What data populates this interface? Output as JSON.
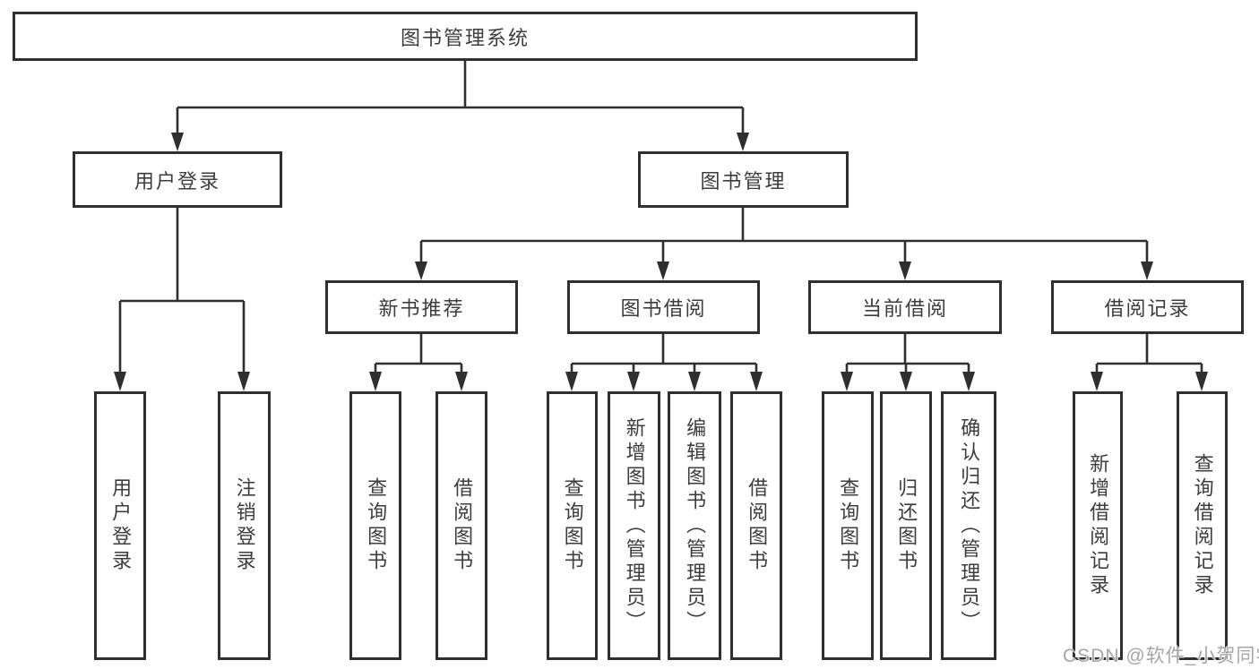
{
  "diagram": {
    "root": {
      "label": "图书管理系统",
      "children": [
        {
          "label": "用户登录",
          "children": [
            {
              "label": "用户登录"
            },
            {
              "label": "注销登录"
            }
          ]
        },
        {
          "label": "图书管理",
          "children": [
            {
              "label": "新书推荐",
              "children": [
                {
                  "label": "查询图书"
                },
                {
                  "label": "借阅图书"
                }
              ]
            },
            {
              "label": "图书借阅",
              "children": [
                {
                  "label": "查询图书"
                },
                {
                  "label": "新增图书（管理员）"
                },
                {
                  "label": "编辑图书（管理员）"
                },
                {
                  "label": "借阅图书"
                }
              ]
            },
            {
              "label": "当前借阅",
              "children": [
                {
                  "label": "查询图书"
                },
                {
                  "label": "归还图书"
                },
                {
                  "label": "确认归还（管理员）"
                }
              ]
            },
            {
              "label": "借阅记录",
              "children": [
                {
                  "label": "新增借阅记录"
                },
                {
                  "label": "查询借阅记录"
                }
              ]
            }
          ]
        }
      ]
    }
  },
  "watermark": "CSDN @软件_小贺同学",
  "colors": {
    "line": "#2f2f2f",
    "border": "#2f2f2f",
    "text": "#3d3d3d",
    "background": "#ffffff",
    "watermark": "#a6a6a6"
  }
}
